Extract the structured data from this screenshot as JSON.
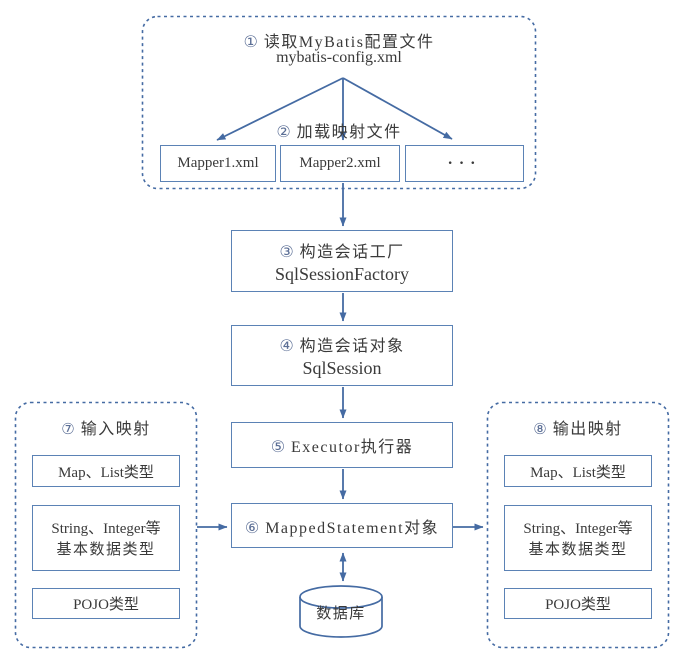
{
  "colors": {
    "line": "#456ba3",
    "box_border": "#5b82b5",
    "text": "#3a3a3a",
    "number": "#5c6f96"
  },
  "top_group": {
    "step1_num": "①",
    "step1_label": "读取MyBatis配置文件",
    "config_file": "mybatis-config.xml",
    "step2_num": "②",
    "step2_label": "加载映射文件",
    "mappers": [
      "Mapper1.xml",
      "Mapper2.xml",
      "···"
    ]
  },
  "flow": {
    "step3_num": "③",
    "step3_title": "构造会话工厂",
    "step3_subtitle": "SqlSessionFactory",
    "step4_num": "④",
    "step4_title": "构造会话对象",
    "step4_subtitle": "SqlSession",
    "step5_num": "⑤",
    "step5_label": "Executor执行器",
    "step6_num": "⑥",
    "step6_label": "MappedStatement对象",
    "database_label": "数据库"
  },
  "input_panel": {
    "num": "⑦",
    "title": "输入映射",
    "item1": "Map、List类型",
    "item2_line1": "String、Integer等",
    "item2_line2": "基本数据类型",
    "item3": "POJO类型"
  },
  "output_panel": {
    "num": "⑧",
    "title": "输出映射",
    "item1": "Map、List类型",
    "item2_line1": "String、Integer等",
    "item2_line2": "基本数据类型",
    "item3": "POJO类型"
  }
}
